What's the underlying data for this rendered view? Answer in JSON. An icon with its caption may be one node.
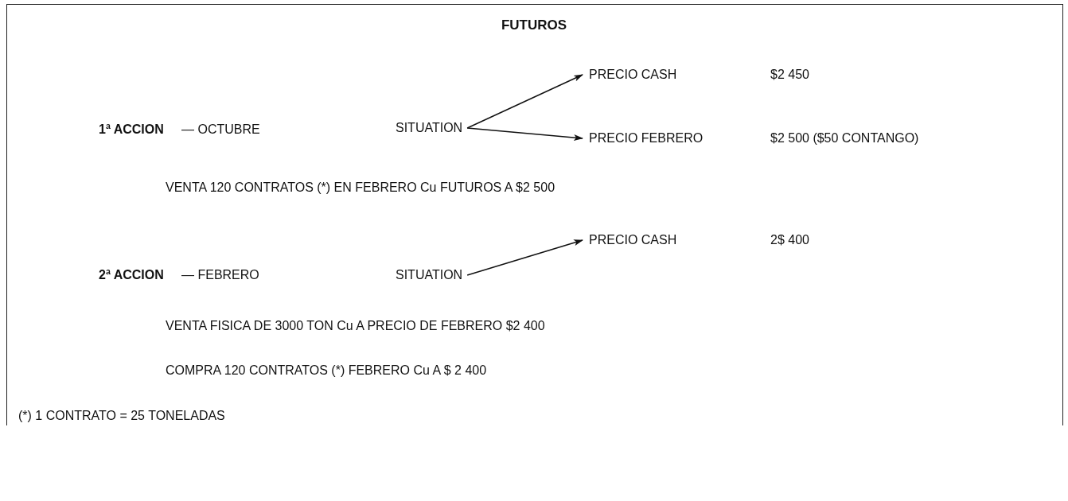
{
  "diagram": {
    "title": "FUTUROS",
    "nodes": [
      {
        "text": [
          "SITUATION"
        ]
      },
      {
        "text": [
          "PRECIO CASH"
        ]
      },
      {
        "text": [
          "PRECIO FEBRERO"
        ]
      },
      {
        "text": [
          "SITUATION"
        ]
      },
      {
        "text": [
          "PRECIO CASH"
        ]
      }
    ],
    "edges": [
      {
        "from": 0,
        "to": 1,
        "arrow": "to"
      },
      {
        "from": 0,
        "to": 2,
        "arrow": "to"
      },
      {
        "from": 3,
        "to": 4,
        "arrow": "to"
      }
    ],
    "labels": [
      "$2 450",
      "1ª ACCION",
      "— OCTUBRE",
      "$2 500 ($50 CONTANGO)",
      "VENTA 120 CONTRATOS (*) EN FEBRERO Cu FUTUROS A $2 500",
      "2$ 400",
      "2ª ACCION",
      "— FEBRERO",
      "VENTA FISICA DE 3000 TON Cu A PRECIO DE FEBRERO $2 400",
      "COMPRA 120 CONTRATOS (*) FEBRERO Cu A $ 2 400",
      "(*) 1 CONTRATO = 25 TONELADAS"
    ]
  }
}
